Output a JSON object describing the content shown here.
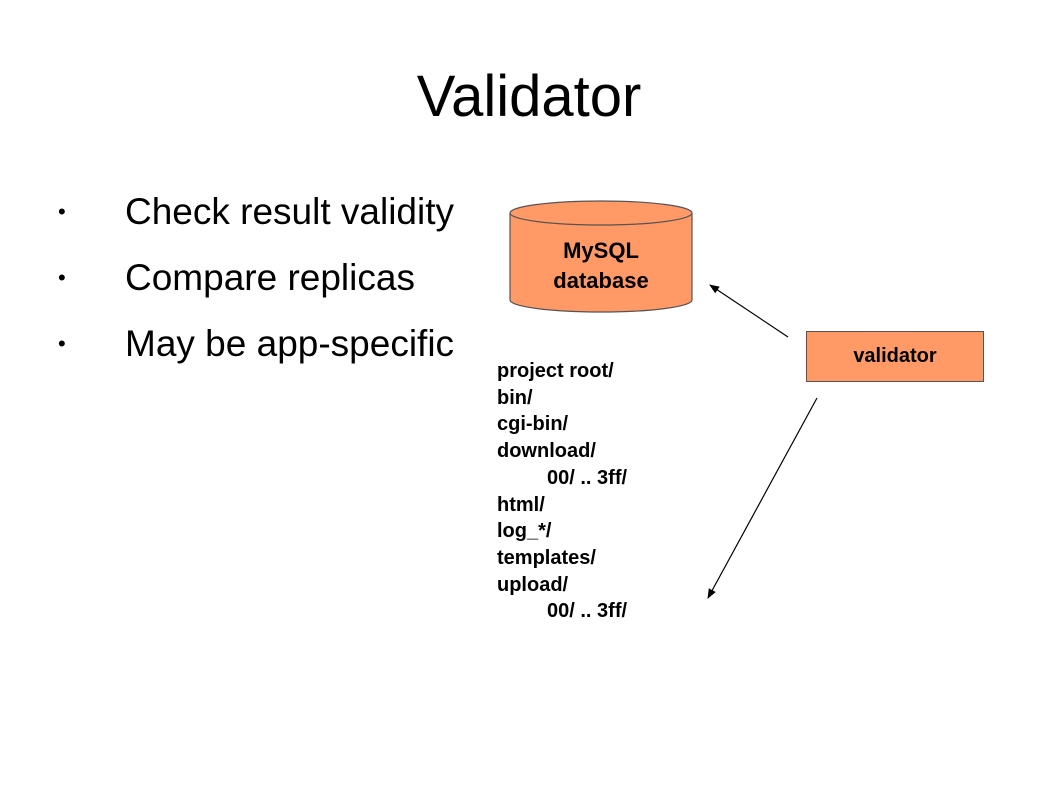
{
  "slide": {
    "title": "Validator",
    "bullets": [
      "Check result validity",
      "Compare replicas",
      "May be app-specific"
    ]
  },
  "diagram": {
    "database": {
      "line1": "MySQL",
      "line2": "database",
      "fill": "#ff9966"
    },
    "validator": {
      "label": "validator",
      "fill": "#ff9966"
    },
    "directory_tree": [
      {
        "text": "project root/",
        "indent": false
      },
      {
        "text": "bin/",
        "indent": false
      },
      {
        "text": "cgi-bin/",
        "indent": false
      },
      {
        "text": "download/",
        "indent": false
      },
      {
        "text": "00/ .. 3ff/",
        "indent": true
      },
      {
        "text": "html/",
        "indent": false
      },
      {
        "text": "log_*/",
        "indent": false
      },
      {
        "text": "templates/",
        "indent": false
      },
      {
        "text": "upload/",
        "indent": false
      },
      {
        "text": "00/ .. 3ff/",
        "indent": true
      }
    ]
  }
}
